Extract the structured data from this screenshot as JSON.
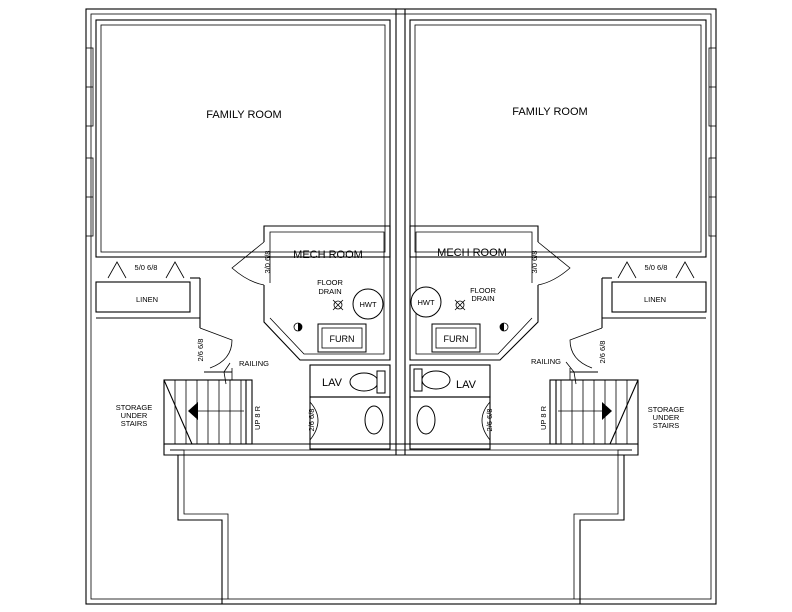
{
  "labels": {
    "family_room": "FAMILY ROOM",
    "mech_room": "MECH ROOM",
    "floor_drain_1": "FLOOR",
    "floor_drain_2": "DRAIN",
    "hwt": "HWT",
    "furn": "FURN",
    "lav": "LAV",
    "linen": "LINEN",
    "door_50_68": "5/0 6/8",
    "door_30_68": "3/0 6/8",
    "door_26_68": "2/6 6/8",
    "railing": "RAILING",
    "stair_note": "UP 8 R",
    "storage_1": "STORAGE",
    "storage_2": "UNDER",
    "storage_3": "STAIRS"
  },
  "colors": {
    "line": "#000000",
    "background": "#ffffff"
  }
}
